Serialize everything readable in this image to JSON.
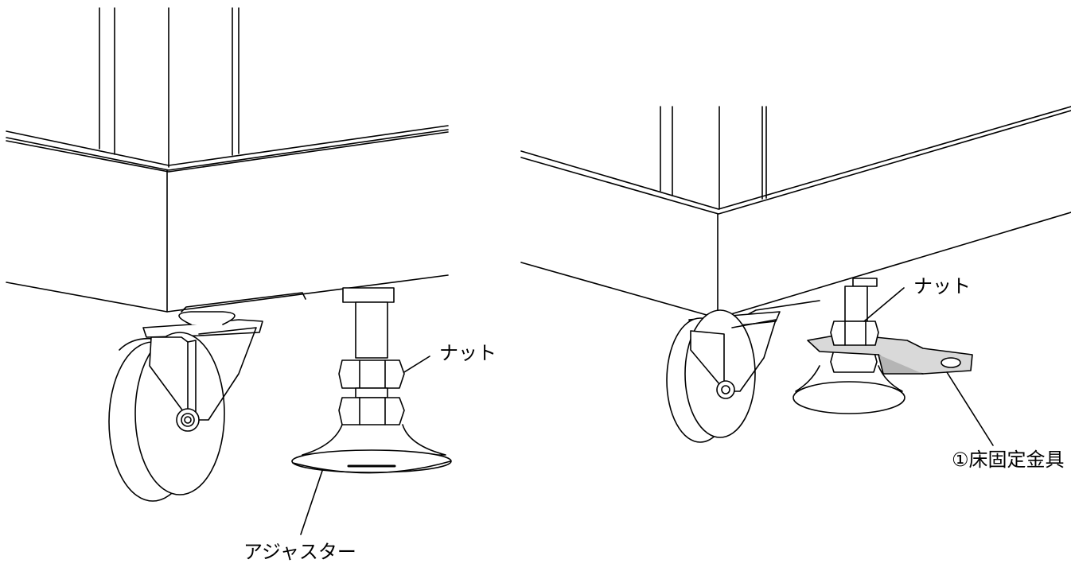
{
  "figure": {
    "left_panel": {
      "callout_nut": "ナット",
      "callout_adjuster": "アジャスター"
    },
    "right_panel": {
      "callout_nut": "ナット",
      "callout_bracket": "①床固定金具"
    }
  },
  "colors": {
    "line": "#000000",
    "paper": "#ffffff",
    "shade": "#d9d9d9",
    "shade_dark": "#b5b5b5"
  }
}
